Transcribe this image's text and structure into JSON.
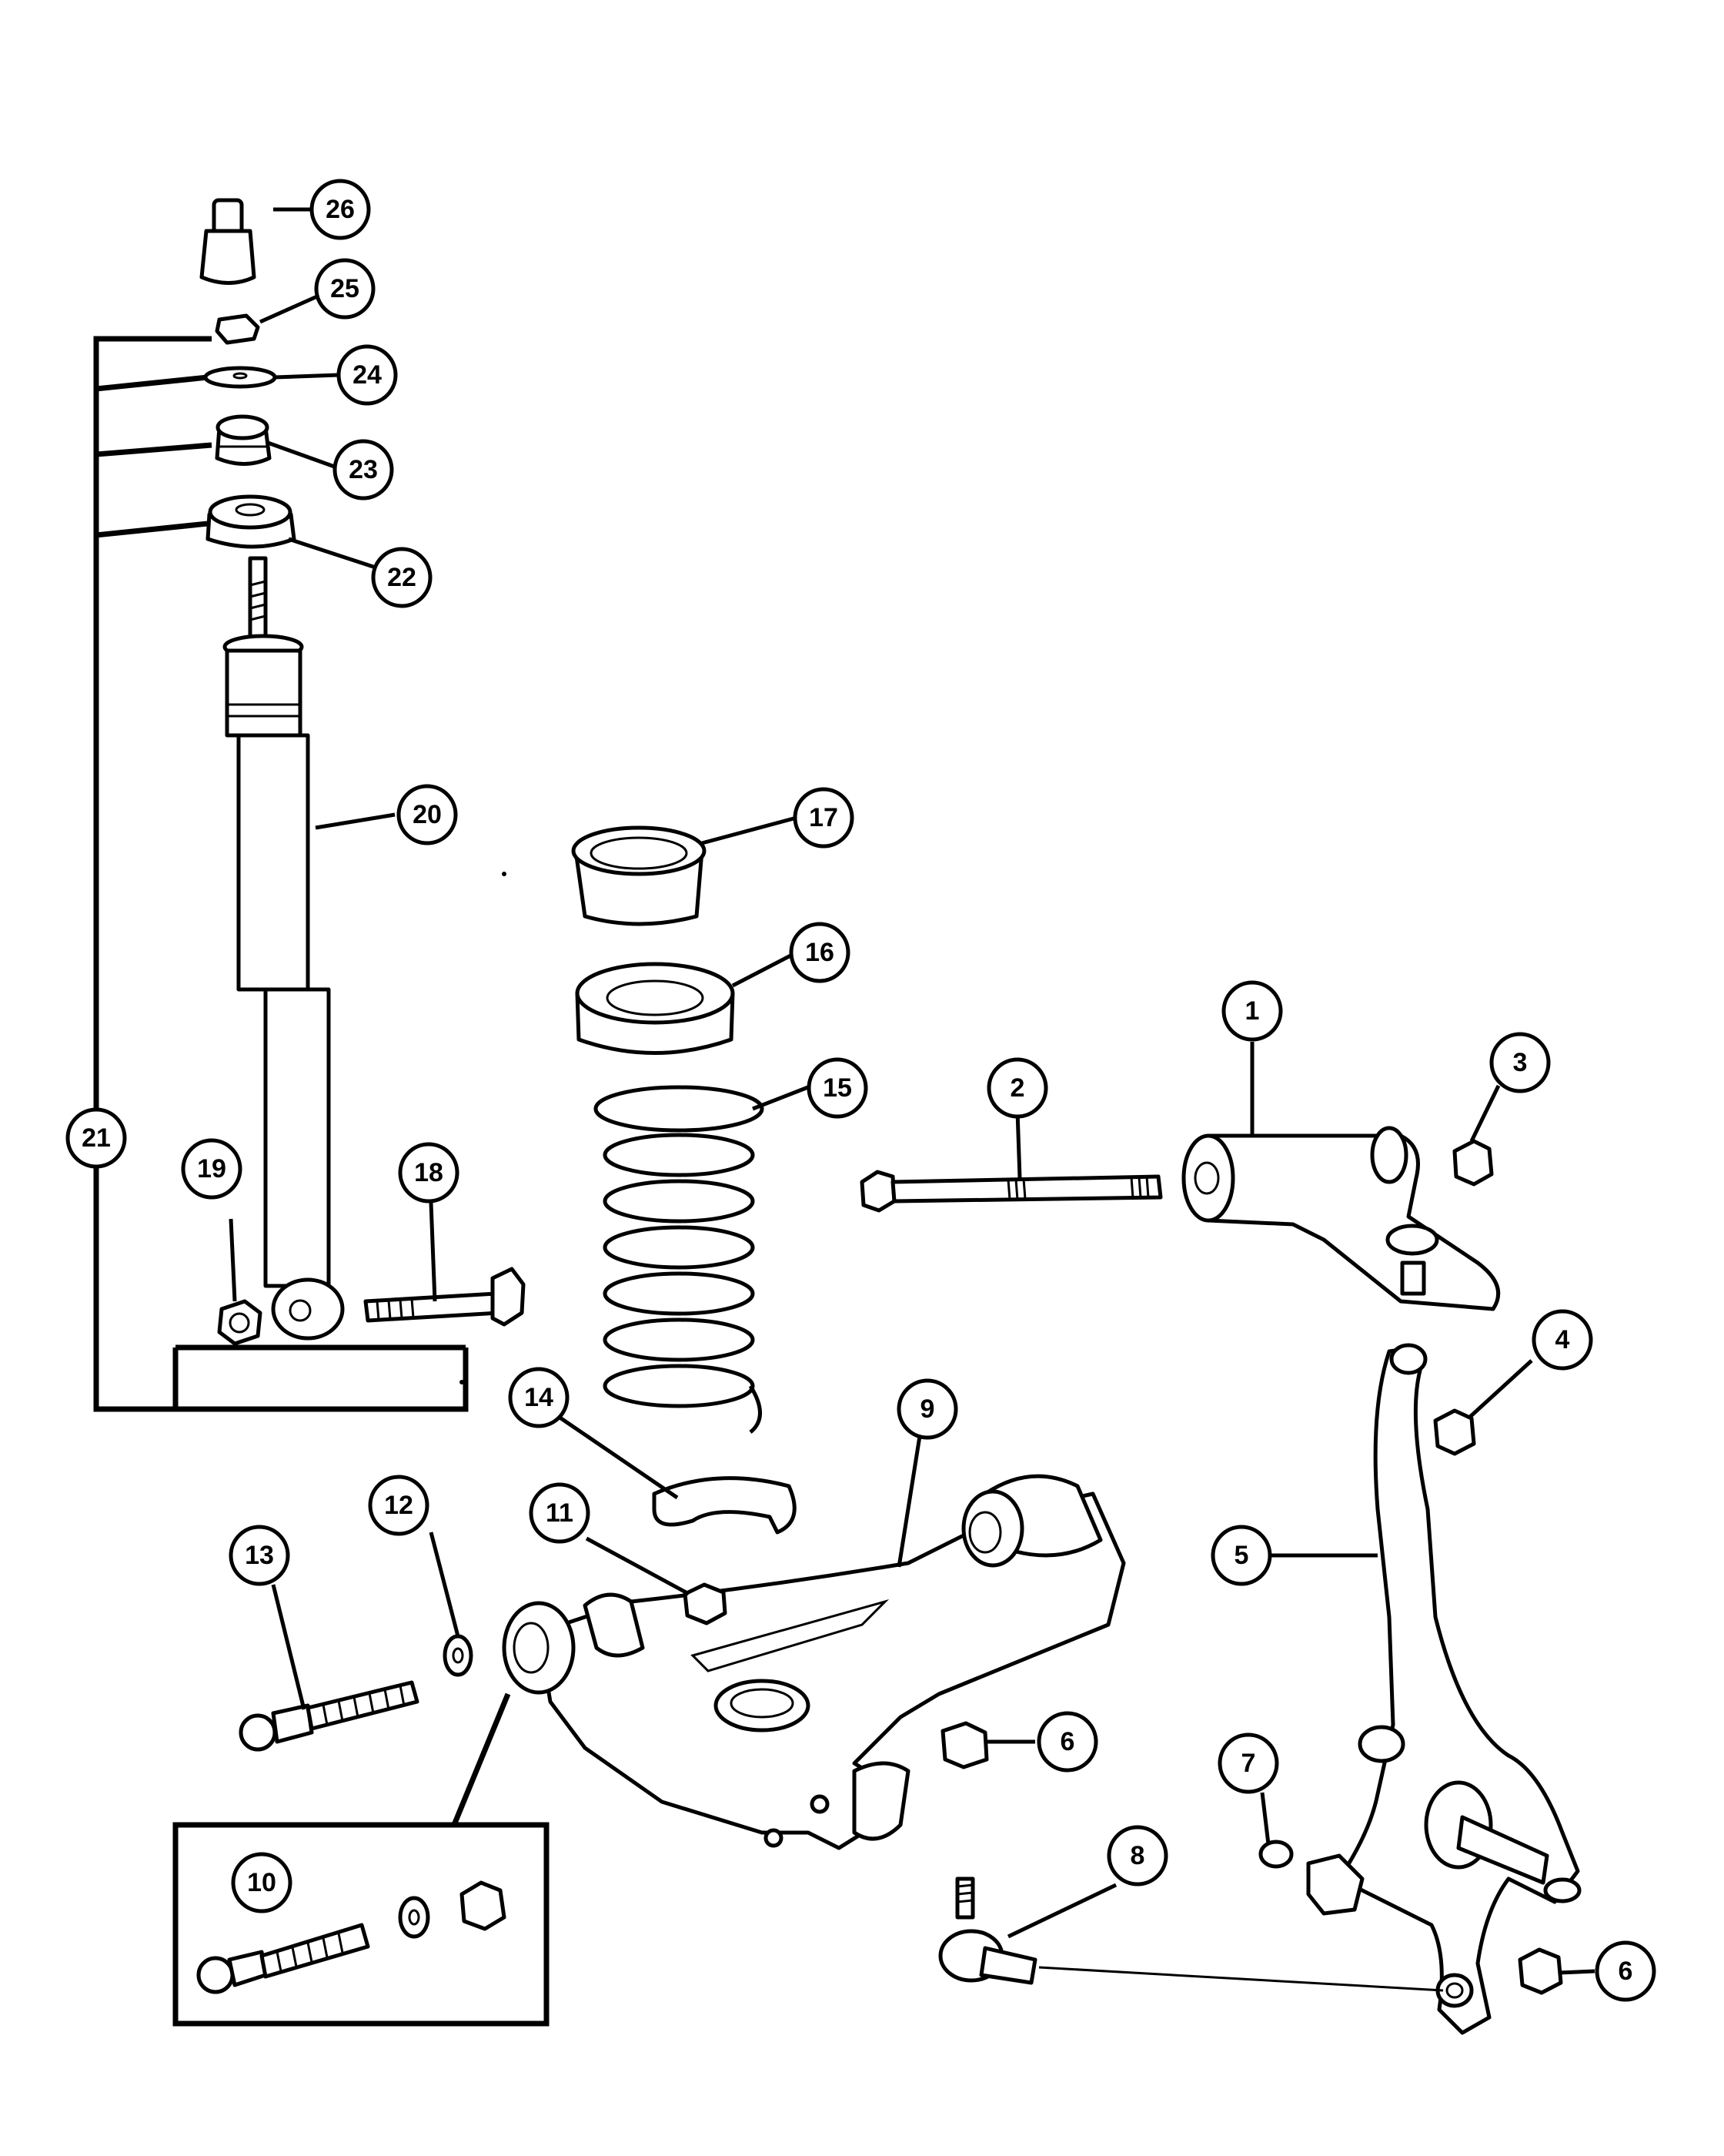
{
  "callouts": [
    {
      "num": "1"
    },
    {
      "num": "2"
    },
    {
      "num": "3"
    },
    {
      "num": "4"
    },
    {
      "num": "5"
    },
    {
      "num": "6"
    },
    {
      "num": "6"
    },
    {
      "num": "7"
    },
    {
      "num": "8"
    },
    {
      "num": "9"
    },
    {
      "num": "10"
    },
    {
      "num": "11"
    },
    {
      "num": "12"
    },
    {
      "num": "13"
    },
    {
      "num": "14"
    },
    {
      "num": "15"
    },
    {
      "num": "16"
    },
    {
      "num": "17"
    },
    {
      "num": "18"
    },
    {
      "num": "19"
    },
    {
      "num": "20"
    },
    {
      "num": "21"
    },
    {
      "num": "22"
    },
    {
      "num": "23"
    },
    {
      "num": "24"
    },
    {
      "num": "25"
    },
    {
      "num": "26"
    }
  ]
}
